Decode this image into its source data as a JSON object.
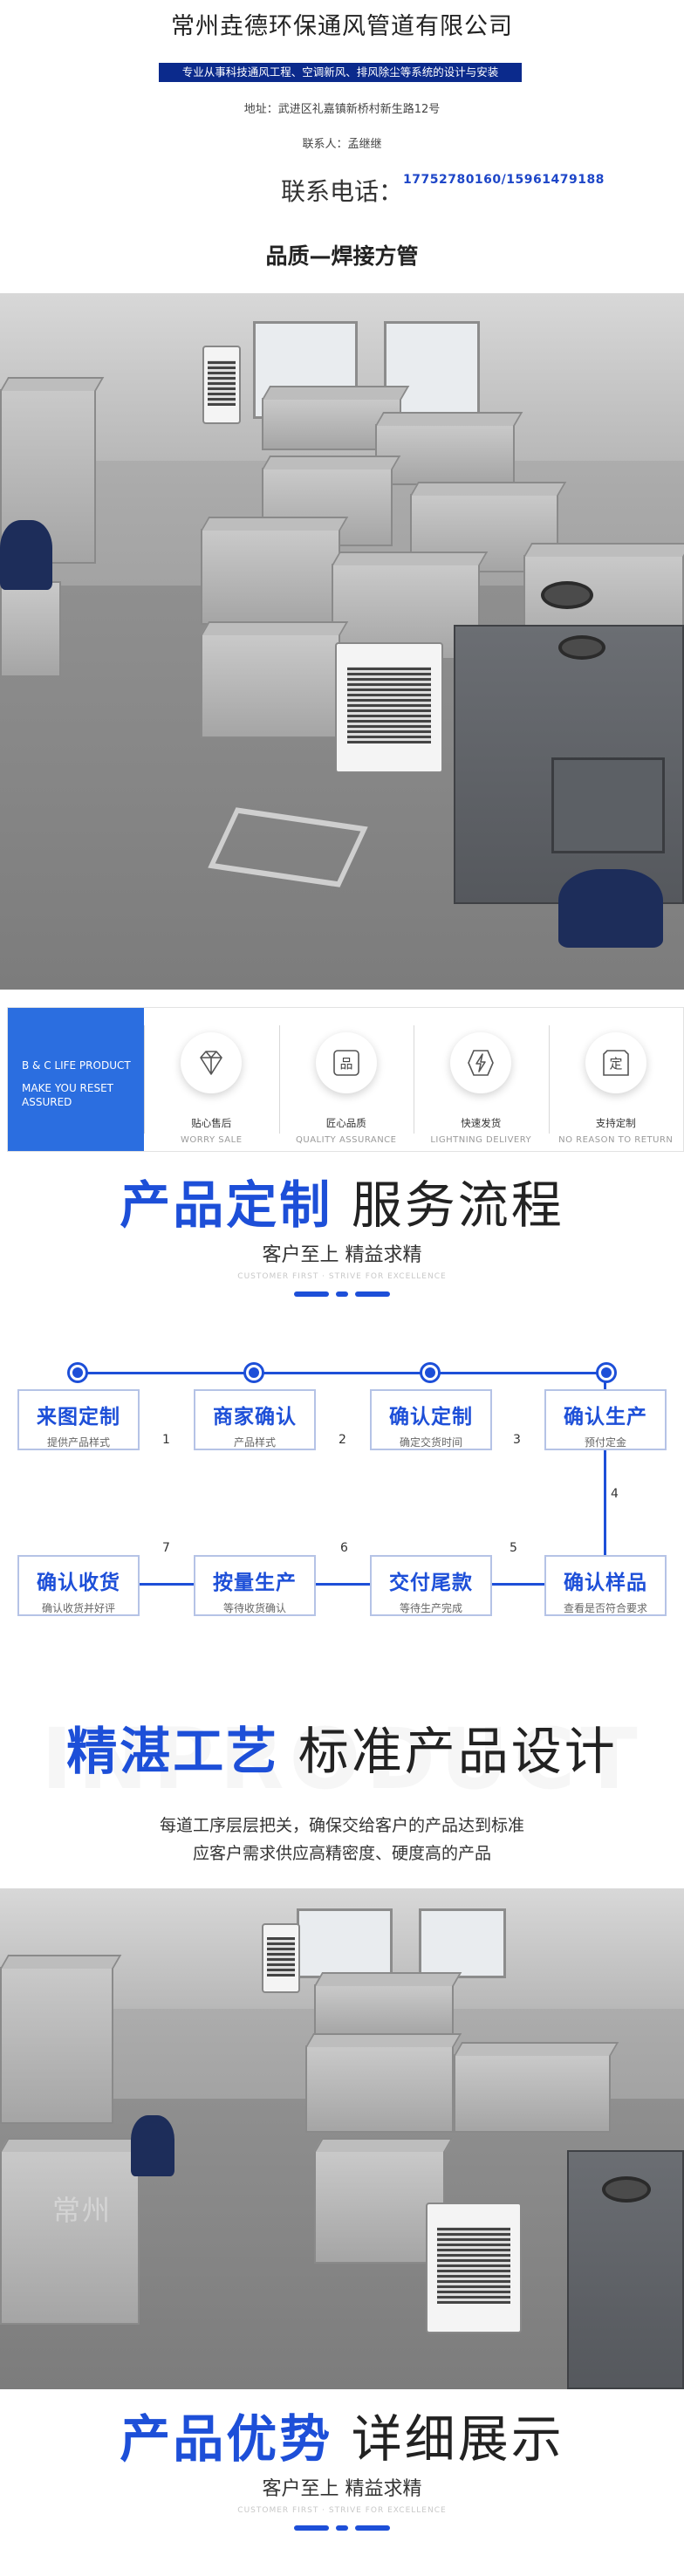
{
  "header": {
    "company": "常州垚德环保通风管道有限公司",
    "scope": "专业从事科技通风工程、空调新风、排风除尘等系统的设计与安装",
    "address": "地址：武进区礼嘉镇新桥村新生路12号",
    "contact": "联系人：孟继继",
    "phone_label": "联系电话：",
    "phone_numbers": "17752780160/15961479188",
    "product_title": "品质—焊接方管"
  },
  "features": {
    "lead_line1": "B & C LIFE PRODUCT",
    "lead_line2": "MAKE YOU RESET ASSURED",
    "items": [
      {
        "icon": "diamond-icon",
        "label": "贴心售后",
        "sub": "WORRY SALE"
      },
      {
        "icon": "quality-icon",
        "label": "匠心品质",
        "sub": "QUALITY ASSURANCE",
        "glyph": "品"
      },
      {
        "icon": "lightning-icon",
        "label": "快速发货",
        "sub": "LIGHTNING DELIVERY"
      },
      {
        "icon": "custom-icon",
        "label": "支持定制",
        "sub": "NO REASON TO RETURN",
        "glyph": "定"
      }
    ]
  },
  "section_custom": {
    "title_blue": "产品定制",
    "title_dark": "服务流程",
    "subtitle": "客户至上 精益求精",
    "tiny": "CUSTOMER FIRST · STRIVE FOR EXCELLENCE"
  },
  "process": {
    "steps": [
      {
        "title": "来图定制",
        "desc": "提供产品样式"
      },
      {
        "title": "商家确认",
        "desc": "产品样式"
      },
      {
        "title": "确认定制",
        "desc": "确定交货时间"
      },
      {
        "title": "确认生产",
        "desc": "预付定金"
      },
      {
        "title": "确认样品",
        "desc": "查看是否符合要求"
      },
      {
        "title": "交付尾款",
        "desc": "等待生产完成"
      },
      {
        "title": "按量生产",
        "desc": "等待收货确认"
      },
      {
        "title": "确认收货",
        "desc": "确认收货并好评"
      }
    ],
    "numbers": [
      "1",
      "2",
      "3",
      "4",
      "5",
      "6",
      "7"
    ]
  },
  "section_craft": {
    "bg_text": "INPRODUCT",
    "title_blue": "精湛工艺",
    "title_dark": "标准产品设计",
    "desc_line1": "每道工序层层把关，确保交给客户的产品达到标准",
    "desc_line2": "应客户需求供应高精密度、硬度高的产品"
  },
  "photo2": {
    "watermark": "常州"
  },
  "section_advantage": {
    "title_blue": "产品优势",
    "title_dark": "详细展示",
    "subtitle": "客户至上 精益求精",
    "tiny": "CUSTOMER FIRST · STRIVE FOR EXCELLENCE"
  },
  "colors": {
    "brand_blue": "#1d4fd8",
    "banner_navy": "#0b2a8c",
    "feature_blue": "#2b6ee0"
  }
}
